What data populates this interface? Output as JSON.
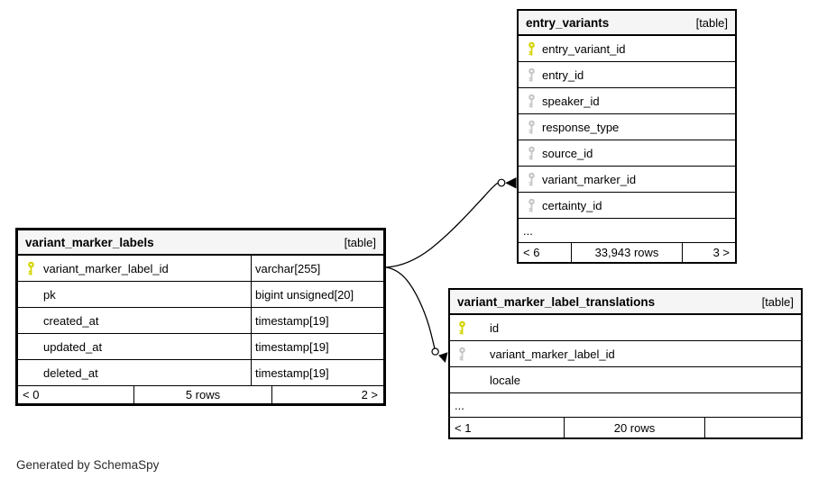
{
  "diagram": {
    "generator_note": "Generated by SchemaSpy",
    "colors": {
      "pk_key": "#d4d400",
      "fk_key": "#c6c6c6",
      "header_bg": "#f5f5f5",
      "line": "#000000",
      "background": "#ffffff"
    }
  },
  "tables": {
    "entry_variants": {
      "name": "entry_variants",
      "type_label": "[table]",
      "columns": [
        {
          "name": "entry_variant_id",
          "key": "pk",
          "icon": "primary-key-icon"
        },
        {
          "name": "entry_id",
          "key": "fk",
          "icon": "foreign-key-icon"
        },
        {
          "name": "speaker_id",
          "key": "fk",
          "icon": "foreign-key-icon"
        },
        {
          "name": "response_type",
          "key": "fk",
          "icon": "foreign-key-icon"
        },
        {
          "name": "source_id",
          "key": "fk",
          "icon": "foreign-key-icon"
        },
        {
          "name": "variant_marker_id",
          "key": "fk",
          "icon": "foreign-key-icon"
        },
        {
          "name": "certainty_id",
          "key": "fk",
          "icon": "foreign-key-icon"
        }
      ],
      "ellipsis": "...",
      "footer": {
        "left": "< 6",
        "center": "33,943 rows",
        "right": "3 >"
      }
    },
    "variant_marker_labels": {
      "name": "variant_marker_labels",
      "type_label": "[table]",
      "columns": [
        {
          "name": "variant_marker_label_id",
          "type": "varchar[255]",
          "key": "pk",
          "icon": "primary-key-icon"
        },
        {
          "name": "pk",
          "type": "bigint unsigned[20]",
          "key": null
        },
        {
          "name": "created_at",
          "type": "timestamp[19]",
          "key": null
        },
        {
          "name": "updated_at",
          "type": "timestamp[19]",
          "key": null
        },
        {
          "name": "deleted_at",
          "type": "timestamp[19]",
          "key": null
        }
      ],
      "footer": {
        "left": "< 0",
        "center": "5 rows",
        "right": "2 >"
      }
    },
    "variant_marker_label_translations": {
      "name": "variant_marker_label_translations",
      "type_label": "[table]",
      "columns": [
        {
          "name": "id",
          "key": "pk",
          "icon": "primary-key-icon"
        },
        {
          "name": "variant_marker_label_id",
          "key": "fk",
          "icon": "foreign-key-icon"
        },
        {
          "name": "locale",
          "key": null
        }
      ],
      "ellipsis": "...",
      "footer": {
        "left": "< 1",
        "center": "20 rows",
        "right": ""
      }
    }
  },
  "relationships": [
    {
      "from_table": "variant_marker_labels",
      "from_column": "variant_marker_label_id",
      "to_table": "entry_variants",
      "to_column": "variant_marker_id"
    },
    {
      "from_table": "variant_marker_labels",
      "from_column": "variant_marker_label_id",
      "to_table": "variant_marker_label_translations",
      "to_column": "variant_marker_label_id"
    }
  ]
}
